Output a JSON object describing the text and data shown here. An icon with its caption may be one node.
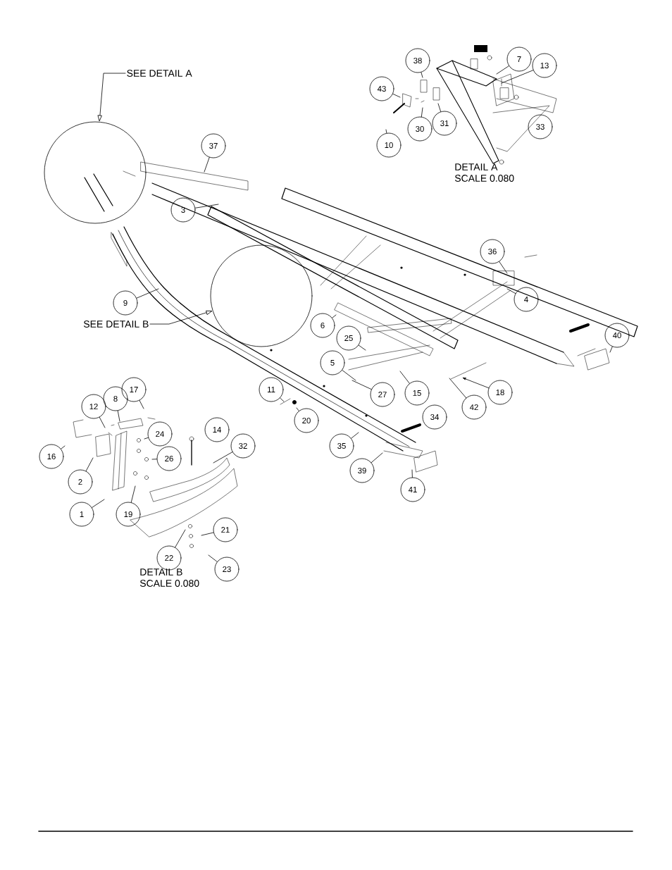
{
  "diagram": {
    "nodes": [
      {
        "text": [
          "SEE DETAIL A"
        ]
      },
      {
        "text": [],
        "shape": "circle"
      },
      {
        "text": [
          "SEE DETAIL B"
        ]
      },
      {
        "text": [],
        "shape": "circle"
      },
      {
        "text": [
          "38"
        ]
      },
      {
        "text": [
          "7"
        ]
      },
      {
        "text": [
          "13"
        ]
      },
      {
        "text": [
          "43"
        ]
      },
      {
        "text": [
          "30"
        ]
      },
      {
        "text": [
          "31"
        ]
      },
      {
        "text": [
          "10"
        ]
      },
      {
        "text": [
          "33"
        ]
      },
      {
        "text": [
          "37"
        ]
      },
      {
        "text": [
          "3"
        ]
      },
      {
        "text": [
          "36"
        ]
      },
      {
        "text": [
          "9"
        ]
      },
      {
        "text": [
          "4"
        ]
      },
      {
        "text": [
          "6"
        ]
      },
      {
        "text": [
          "25"
        ]
      },
      {
        "text": [
          "40"
        ]
      },
      {
        "text": [
          "5"
        ]
      },
      {
        "text": [
          "27"
        ]
      },
      {
        "text": [
          "15"
        ]
      },
      {
        "text": [
          "18"
        ]
      },
      {
        "text": [
          "42"
        ]
      },
      {
        "text": [
          "11"
        ]
      },
      {
        "text": [
          "20"
        ]
      },
      {
        "text": [
          "34"
        ]
      },
      {
        "text": [
          "35"
        ]
      },
      {
        "text": [
          "39"
        ]
      },
      {
        "text": [
          "41"
        ]
      },
      {
        "text": [
          "17"
        ]
      },
      {
        "text": [
          "8"
        ]
      },
      {
        "text": [
          "12"
        ]
      },
      {
        "text": [
          "24"
        ]
      },
      {
        "text": [
          "14"
        ]
      },
      {
        "text": [
          "32"
        ]
      },
      {
        "text": [
          "16"
        ]
      },
      {
        "text": [
          "2"
        ]
      },
      {
        "text": [
          "26"
        ]
      },
      {
        "text": [
          "1"
        ]
      },
      {
        "text": [
          "19"
        ]
      },
      {
        "text": [
          "21"
        ]
      },
      {
        "text": [
          "22"
        ]
      },
      {
        "text": [
          "23"
        ]
      }
    ],
    "edges": [
      {
        "from": 0,
        "to": 1,
        "arrow": "to"
      },
      {
        "from": 2,
        "to": 3,
        "arrow": "to"
      },
      {
        "from": 4,
        "to": null,
        "arrow": "none"
      },
      {
        "from": 5,
        "to": null,
        "arrow": "none"
      },
      {
        "from": 6,
        "to": null,
        "arrow": "none"
      },
      {
        "from": 7,
        "to": null,
        "arrow": "none"
      },
      {
        "from": 8,
        "to": null,
        "arrow": "none"
      },
      {
        "from": 9,
        "to": null,
        "arrow": "none"
      },
      {
        "from": 10,
        "to": null,
        "arrow": "none"
      },
      {
        "from": 12,
        "to": null,
        "arrow": "none"
      },
      {
        "from": 13,
        "to": null,
        "arrow": "none"
      },
      {
        "from": 14,
        "to": null,
        "arrow": "none"
      },
      {
        "from": 15,
        "to": null,
        "arrow": "none"
      },
      {
        "from": 16,
        "to": null,
        "arrow": "none"
      },
      {
        "from": 17,
        "to": null,
        "arrow": "none"
      },
      {
        "from": 18,
        "to": null,
        "arrow": "none"
      },
      {
        "from": 19,
        "to": null,
        "arrow": "none"
      },
      {
        "from": 20,
        "to": null,
        "arrow": "none"
      },
      {
        "from": 21,
        "to": null,
        "arrow": "none"
      },
      {
        "from": 22,
        "to": null,
        "arrow": "none"
      },
      {
        "from": 23,
        "to": null,
        "arrow": "to"
      },
      {
        "from": 24,
        "to": null,
        "arrow": "none"
      },
      {
        "from": 25,
        "to": null,
        "arrow": "none"
      },
      {
        "from": 26,
        "to": null,
        "arrow": "none"
      },
      {
        "from": 28,
        "to": null,
        "arrow": "none"
      },
      {
        "from": 29,
        "to": null,
        "arrow": "none"
      },
      {
        "from": 30,
        "to": null,
        "arrow": "none"
      },
      {
        "from": 31,
        "to": null,
        "arrow": "none"
      },
      {
        "from": 32,
        "to": null,
        "arrow": "none"
      },
      {
        "from": 33,
        "to": null,
        "arrow": "none"
      },
      {
        "from": 34,
        "to": null,
        "arrow": "none"
      },
      {
        "from": 36,
        "to": null,
        "arrow": "none"
      },
      {
        "from": 37,
        "to": null,
        "arrow": "none"
      },
      {
        "from": 38,
        "to": null,
        "arrow": "none"
      },
      {
        "from": 39,
        "to": null,
        "arrow": "none"
      },
      {
        "from": 40,
        "to": null,
        "arrow": "none"
      },
      {
        "from": 41,
        "to": null,
        "arrow": "none"
      },
      {
        "from": 42,
        "to": null,
        "arrow": "none"
      },
      {
        "from": 43,
        "to": null,
        "arrow": "none"
      },
      {
        "from": 44,
        "to": null,
        "arrow": "none"
      }
    ],
    "labels": [
      "DETAIL A",
      "SCALE 0.080",
      "DETAIL B",
      "SCALE 0.080"
    ]
  }
}
